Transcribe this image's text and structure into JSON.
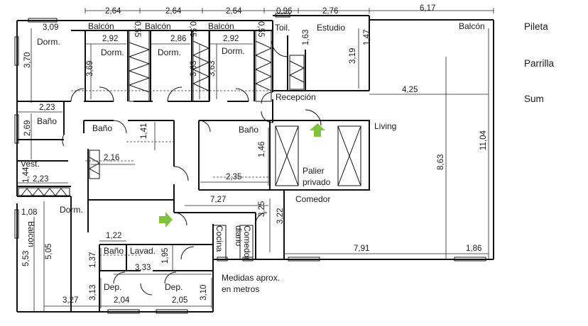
{
  "legend": [
    "Pileta",
    "Parrilla",
    "Sum"
  ],
  "note": [
    "Medidas aprox.",
    "en metros"
  ],
  "rooms": [
    {
      "label": "Balcón"
    },
    {
      "label": "Balcón"
    },
    {
      "label": "Balcón"
    },
    {
      "label": "Balcón"
    },
    {
      "label": "Toil."
    },
    {
      "label": "Estudio"
    },
    {
      "label": "Dorm."
    },
    {
      "label": "Dorm."
    },
    {
      "label": "Dorm."
    },
    {
      "label": "Dorm."
    },
    {
      "label": "Recepción"
    },
    {
      "label": "Baño"
    },
    {
      "label": "Baño"
    },
    {
      "label": "Baño"
    },
    {
      "label": "Living"
    },
    {
      "label": "Vest."
    },
    {
      "label": "Palier"
    },
    {
      "label": "privado"
    },
    {
      "label": "Comedor"
    },
    {
      "label": "Dorm."
    },
    {
      "label": "Balcón"
    },
    {
      "label": "Baño"
    },
    {
      "label": "Lavad."
    },
    {
      "label": "Cocina"
    },
    {
      "label": "Comedor"
    },
    {
      "label": "diario"
    },
    {
      "label": "Dep."
    },
    {
      "label": "Dep."
    }
  ],
  "dims": [
    {
      "v": "2,64"
    },
    {
      "v": "2,64"
    },
    {
      "v": "2,64"
    },
    {
      "v": "0,96"
    },
    {
      "v": "2,76"
    },
    {
      "v": "6,17"
    },
    {
      "v": "3,09"
    },
    {
      "v": "2,92"
    },
    {
      "v": "0,55"
    },
    {
      "v": "2,86"
    },
    {
      "v": "0,55"
    },
    {
      "v": "2,92"
    },
    {
      "v": "0,55"
    },
    {
      "v": "1,63"
    },
    {
      "v": "1,47"
    },
    {
      "v": "3,70"
    },
    {
      "v": "3,69"
    },
    {
      "v": "3,63"
    },
    {
      "v": "3,63"
    },
    {
      "v": "3,19"
    },
    {
      "v": "4,25"
    },
    {
      "v": "2,23"
    },
    {
      "v": "2,69"
    },
    {
      "v": "1,41"
    },
    {
      "v": "2,16"
    },
    {
      "v": "1,46"
    },
    {
      "v": "8,63"
    },
    {
      "v": "11,04"
    },
    {
      "v": "2,35"
    },
    {
      "v": "1,44"
    },
    {
      "v": "2,23"
    },
    {
      "v": "7,27"
    },
    {
      "v": "1,08"
    },
    {
      "v": "3,25"
    },
    {
      "v": "3,22"
    },
    {
      "v": "1,22"
    },
    {
      "v": "5,53"
    },
    {
      "v": "5,05"
    },
    {
      "v": "7,91"
    },
    {
      "v": "1,86"
    },
    {
      "v": "1,37"
    },
    {
      "v": "1,95"
    },
    {
      "v": "3,33"
    },
    {
      "v": "3,13"
    },
    {
      "v": "3,10"
    },
    {
      "v": "3,27"
    },
    {
      "v": "2,04"
    },
    {
      "v": "2,05"
    }
  ]
}
